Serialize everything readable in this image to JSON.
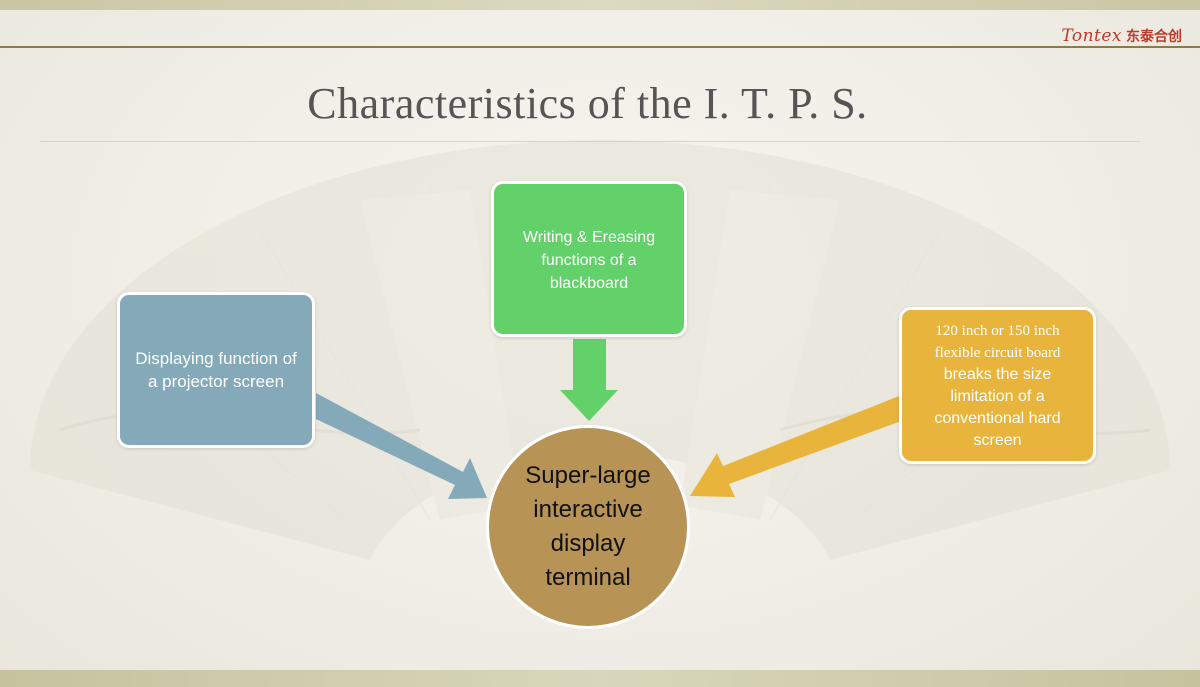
{
  "header": {
    "logo_en": "Tontex",
    "logo_cn": "东泰合创"
  },
  "slide": {
    "title": "Characteristics of the I. T. P. S."
  },
  "diagram": {
    "center": "Super-large\ninteractive\ndisplay\nterminal",
    "left_box": "Displaying function of\na projector screen",
    "top_box": "Writing & Ereasing\nfunctions of a\nblackboard",
    "right_box_serif": "120 inch or 150 inch\nflexible circuit board",
    "right_box_sans": "breaks the size\nlimitation of a\nconventional hard\nscreen"
  },
  "colors": {
    "left_box": "#84a9b9",
    "top_box": "#62d16a",
    "right_box": "#e8b43c",
    "center": "#b79456",
    "accent_red": "#c0392b"
  }
}
